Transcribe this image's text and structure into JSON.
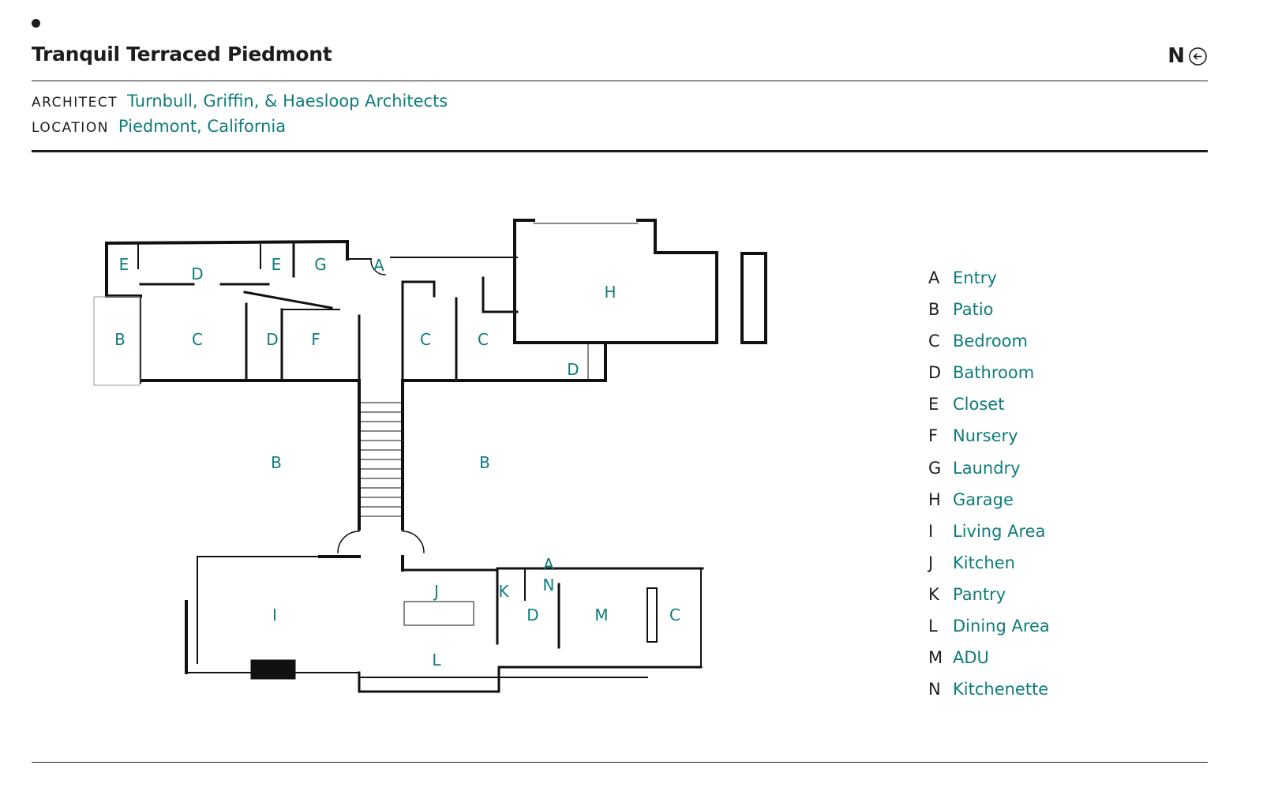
{
  "header": {
    "title": "Tranquil Terraced Piedmont",
    "north_label": "N",
    "north_icon": "arrow-left-circle-icon"
  },
  "meta": {
    "architect_label": "ARCHITECT",
    "architect_value": "Turnbull, Griffin, & Haesloop Architects",
    "location_label": "LOCATION",
    "location_value": "Piedmont, California"
  },
  "colors": {
    "accent": "#0e7c7b",
    "ink": "#1d1d1d"
  },
  "plan_labels": [
    "E",
    "D",
    "E",
    "G",
    "A",
    "H",
    "B",
    "C",
    "D",
    "F",
    "C",
    "C",
    "D",
    "B",
    "B",
    "I",
    "J",
    "K",
    "A",
    "N",
    "D",
    "M",
    "C",
    "L"
  ],
  "legend": [
    {
      "letter": "A",
      "name": "Entry"
    },
    {
      "letter": "B",
      "name": "Patio"
    },
    {
      "letter": "C",
      "name": "Bedroom"
    },
    {
      "letter": "D",
      "name": "Bathroom"
    },
    {
      "letter": "E",
      "name": "Closet"
    },
    {
      "letter": "F",
      "name": "Nursery"
    },
    {
      "letter": "G",
      "name": "Laundry"
    },
    {
      "letter": "H",
      "name": "Garage"
    },
    {
      "letter": "I",
      "name": "Living Area"
    },
    {
      "letter": "J",
      "name": "Kitchen"
    },
    {
      "letter": "K",
      "name": "Pantry"
    },
    {
      "letter": "L",
      "name": "Dining Area"
    },
    {
      "letter": "M",
      "name": "ADU"
    },
    {
      "letter": "N",
      "name": "Kitchenette"
    }
  ]
}
